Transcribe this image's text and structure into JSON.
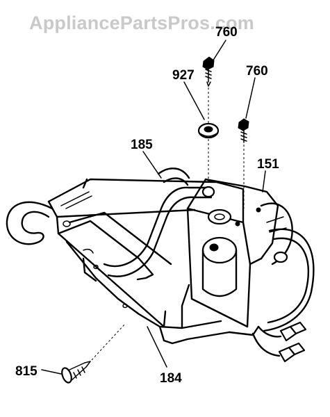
{
  "watermark": "AppliancePartsPros.com",
  "callouts": {
    "p760_top": "760",
    "p927": "927",
    "p760": "760",
    "p185": "185",
    "p151": "151",
    "p815": "815",
    "p184": "184"
  }
}
